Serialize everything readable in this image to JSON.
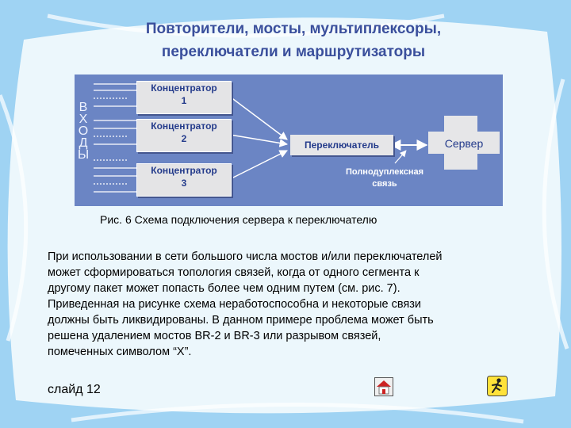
{
  "title": {
    "line1": "Повторители, мосты, мультиплексоры,",
    "line2": "переключатели и маршрутизаторы"
  },
  "figure": {
    "vertical_label": [
      "В",
      "Х",
      "О",
      "Д",
      "Ы"
    ],
    "hubs": [
      {
        "label": "Концентратор",
        "number": "1"
      },
      {
        "label": "Концентратор",
        "number": "2"
      },
      {
        "label": "Концентратор",
        "number": "3"
      }
    ],
    "switch_label": "Переключатель",
    "server_label": "Сервер",
    "duplex_line1": "Полнодуплексная",
    "duplex_line2": "связь"
  },
  "caption": "Рис. 6   Схема подключения сервера к переключателю",
  "body_lines": [
    "При использовании в сети большого числа мостов и/или переключателей",
    "может сформироваться топология связей, когда от одного сегмента к",
    "другому пакет может попасть более чем одним путем (см. рис. 7).",
    "Приведенная на рисунке схема неработоспособна и некоторые связи",
    "должны быть ликвидированы. В данном примере проблема может быть",
    "решена удалением мостов BR-2 и BR-3 или разрывом связей,",
    "помеченных символом “X”."
  ],
  "slide_number": "слайд 12",
  "nav": {
    "home_icon": "home-icon",
    "run_icon": "running-man-icon"
  },
  "colors": {
    "background": "#9fd3f3",
    "title": "#3a4f9c",
    "figure": "#6b85c4",
    "panel": "#f4fbfd"
  }
}
